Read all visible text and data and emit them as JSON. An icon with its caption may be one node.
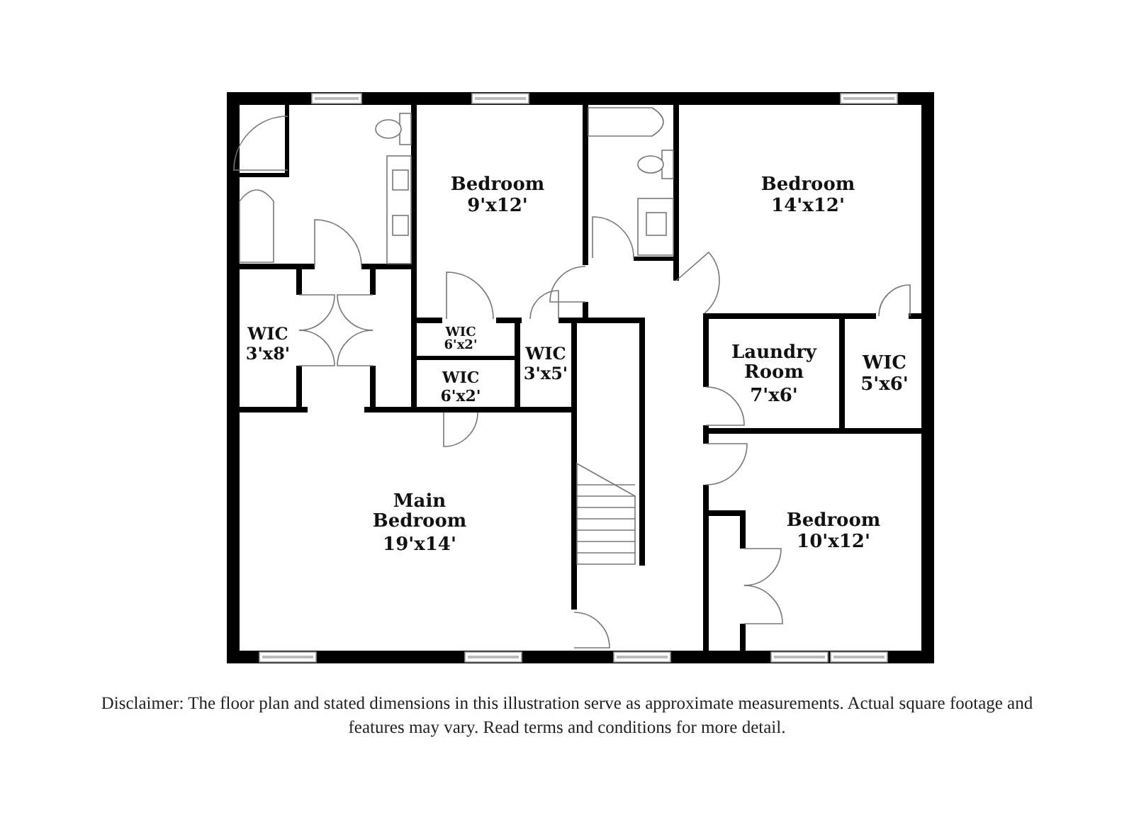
{
  "diagram": {
    "labels": [
      "Bedroom",
      "9'x12'",
      "Bedroom",
      "14'x12'",
      "WIC",
      "3'x8'",
      "WIC",
      "6'x2'",
      "WIC",
      "3'x5'",
      "Laundry Room",
      "7'x6'",
      "WIC",
      "5'x6'",
      "WIC",
      "6'x2'",
      "Main Bedroom",
      "19'x14'",
      "Bedroom",
      "10'x12'",
      "Disclaimer: The floor plan and stated dimensions in this illustration serve as approximate measurements. Actual square footage and features may vary. Read terms and conditions for more detail."
    ]
  }
}
